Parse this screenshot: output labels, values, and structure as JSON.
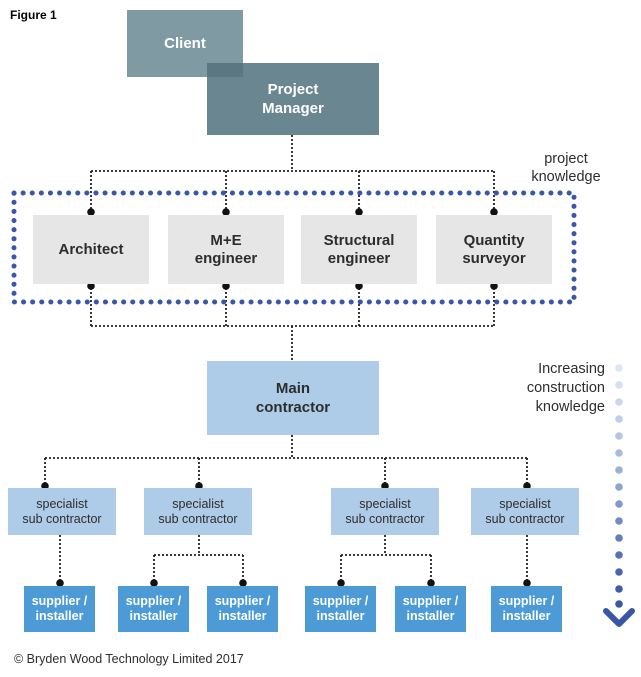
{
  "figure_label": "Figure 1",
  "client": "Client",
  "project_manager": [
    "Project",
    "Manager"
  ],
  "consultants": [
    [
      "Architect"
    ],
    [
      "M+E",
      "engineer"
    ],
    [
      "Structural",
      "engineer"
    ],
    [
      "Quantity",
      "surveyor"
    ]
  ],
  "project_knowledge": [
    "project",
    "knowledge"
  ],
  "main_contractor": [
    "Main",
    "contractor"
  ],
  "sub_contractors": [
    [
      "specialist",
      "sub contractor"
    ],
    [
      "specialist",
      "sub contractor"
    ],
    [
      "specialist",
      "sub contractor"
    ],
    [
      "specialist",
      "sub contractor"
    ]
  ],
  "suppliers": [
    [
      "supplier /",
      "installer"
    ],
    [
      "supplier /",
      "installer"
    ],
    [
      "supplier /",
      "installer"
    ],
    [
      "supplier /",
      "installer"
    ],
    [
      "supplier /",
      "installer"
    ],
    [
      "supplier /",
      "installer"
    ]
  ],
  "construction_knowledge": [
    "Increasing",
    "construction",
    "knowledge"
  ],
  "copyright": "© Bryden Wood Technology Limited 2017",
  "colors": {
    "client": "#7f9aa3",
    "project_manager": "#6a8791",
    "consultant": "#e6e6e6",
    "main_contractor": "#aecbe8",
    "sub_contractor": "#aecbe8",
    "supplier": "#4c9ad6",
    "project_knowledge_border": "#3a57a7",
    "arrow": "#3a57a7"
  }
}
